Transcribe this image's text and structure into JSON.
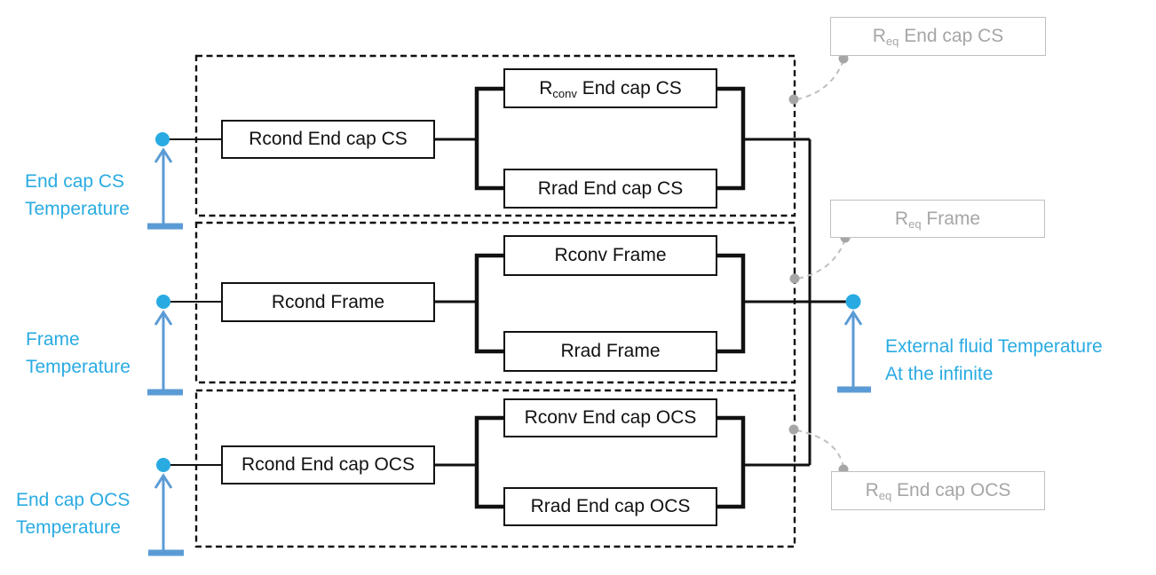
{
  "diagram": {
    "temperature_nodes": [
      {
        "label_lines": [
          "End cap CS",
          "Temperature"
        ]
      },
      {
        "label_lines": [
          "Frame",
          "Temperature"
        ]
      },
      {
        "label_lines": [
          "End cap OCS",
          "Temperature"
        ]
      }
    ],
    "external_node": {
      "label_lines": [
        "External fluid Temperature",
        "At the infinite"
      ]
    },
    "sections": [
      {
        "name": "End cap CS",
        "rcond_label": "Rcond End cap CS",
        "rconv_label": {
          "base": "R",
          "sub": "conv",
          "rest": " End cap CS"
        },
        "rrad_label": "Rrad End cap CS",
        "req_label": {
          "base": "R",
          "sub": "eq",
          "rest": " End cap CS"
        }
      },
      {
        "name": "Frame",
        "rcond_label": "Rcond Frame",
        "rconv_label": "Rconv Frame",
        "rrad_label": "Rrad Frame",
        "req_label": {
          "base": "R",
          "sub": "eq",
          "rest": " Frame"
        }
      },
      {
        "name": "End cap OCS",
        "rcond_label": "Rcond End cap OCS",
        "rconv_label": "Rconv End cap OCS",
        "rrad_label": "Rrad End cap OCS",
        "req_label": {
          "base": "R",
          "sub": "eq",
          "rest": " End cap OCS"
        }
      }
    ],
    "colors": {
      "node_cyan": "#29ABE2",
      "label_cyan": "#29ABE2",
      "arrow_blue": "#5B9BD5",
      "gray_text": "#A6A6A6",
      "gray_border": "#BFBFBF",
      "wire_black": "#111111"
    }
  }
}
